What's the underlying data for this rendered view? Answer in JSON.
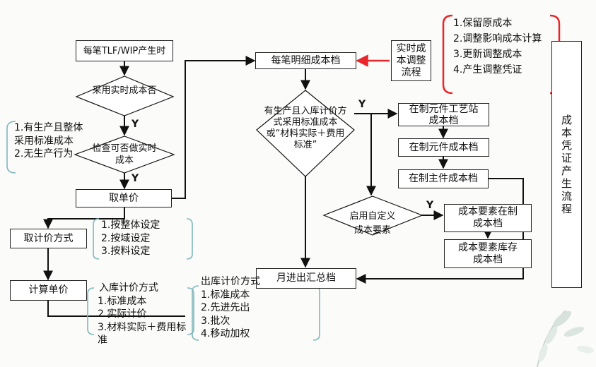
{
  "accent_red": "#e8262b",
  "bracket_teal": "#7fb7bd",
  "nodes": {
    "start": "每笔TLF/WIP产生时",
    "use_realtime": "采用实时成本否",
    "check_realtime": "检查可否做实时成本",
    "get_unit_price": "取单价",
    "get_pricing_method": "取计价方式",
    "calc_unit_price": "计算单价",
    "detail_cost": "每笔明细成本档",
    "realtime_adjust": "实时成本调整流程",
    "inbound_std_q": "有生产且入库计价方式采用标准成本或“材料实际＋费用标准”",
    "wip_station": "在制元件工艺站成本档",
    "wip_part": "在制元件成本档",
    "wip_main": "在制主件成本档",
    "enable_custom_q": "启用自定义成本要素",
    "elem_wip": "成本要素在制成本档",
    "elem_stock": "成本要素库存成本档",
    "monthly_summary": "月进出汇总档",
    "voucher_flow": "成本凭证产生流程"
  },
  "yes_labels": [
    "Y",
    "Y",
    "Y",
    "Y"
  ],
  "notes": {
    "check_conditions": [
      "1.有生产且整体采用标准成本",
      "2.无生产行为"
    ],
    "price_setting": [
      "1.按整体设定",
      "2.按域设定",
      "3.按料设定"
    ],
    "inbound_method": {
      "title": "入库计价方式",
      "items": [
        "1.标准成本",
        "2.实际计价",
        "3.材料实际＋费用标准"
      ]
    },
    "outbound_method": {
      "title": "出库计价方式",
      "items": [
        "1.标准成本",
        "2.先进先出",
        "3.批次",
        "4.移动加权"
      ]
    },
    "adjust_steps": [
      "1.保留原成本",
      "2.调整影响成本计算",
      "3.更新调整成本",
      "4.产生调整凭证"
    ]
  }
}
